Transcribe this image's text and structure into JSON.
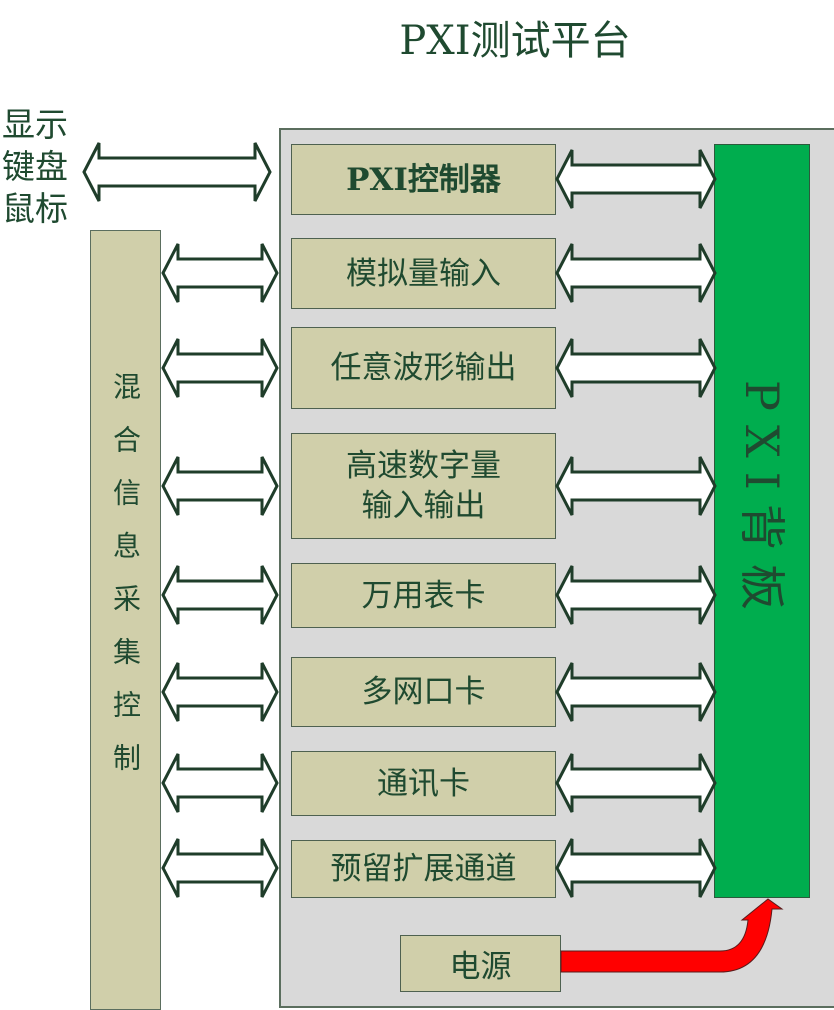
{
  "title": "PXI测试平台",
  "peripherals": [
    "显示",
    "键盘",
    "鼠标"
  ],
  "mixed_control": "混合信息采集控制",
  "backplane": "PXI背板",
  "modules": [
    {
      "label": "PXI控制器"
    },
    {
      "label": "模拟量输入"
    },
    {
      "label": "任意波形输出"
    },
    {
      "label": "高速数字量\n输入输出"
    },
    {
      "label": "万用表卡"
    },
    {
      "label": "多网口卡"
    },
    {
      "label": "通讯卡"
    },
    {
      "label": "预留扩展通道"
    }
  ],
  "power": "电源",
  "colors": {
    "platform": "#d9d9d9",
    "module": "#d0cfaa",
    "backplane": "#00ad4e",
    "power_arrow": "#ff0000",
    "stroke": "#1f3d2a"
  }
}
